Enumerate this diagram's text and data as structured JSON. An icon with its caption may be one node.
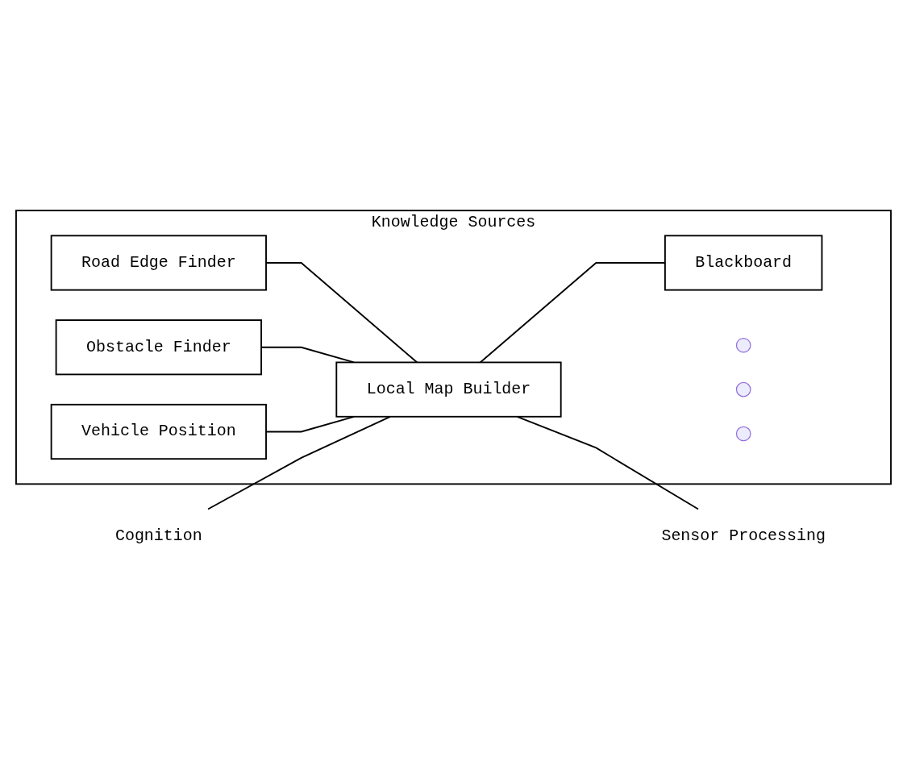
{
  "diagram": {
    "nodes": [
      {
        "text": [
          "Cognition"
        ]
      },
      {
        "text": [
          "Knowledge Sources"
        ]
      },
      {
        "text": [
          "Road Edge Finder"
        ],
        "in": 1
      },
      {
        "text": [
          "Obstacle Finder"
        ],
        "in": 1
      },
      {
        "text": [
          "Vehicle Position"
        ],
        "in": 1
      },
      {
        "text": [
          "Local Map Builder"
        ],
        "in": 1
      },
      {
        "text": [
          "Blackboard"
        ],
        "in": 1
      },
      {
        "text": [],
        "shape": "circle",
        "in": 1
      },
      {
        "text": [],
        "shape": "circle",
        "in": 1
      },
      {
        "text": [],
        "shape": "circle",
        "in": 1
      },
      {
        "text": [
          "Sensor Processing"
        ]
      }
    ],
    "edges": [
      {
        "from": 2,
        "to": 5,
        "arrow": "none"
      },
      {
        "from": 3,
        "to": 5,
        "arrow": "none"
      },
      {
        "from": 4,
        "to": 5,
        "arrow": "none"
      },
      {
        "from": 5,
        "to": 6,
        "arrow": "none"
      },
      {
        "from": 0,
        "to": 5,
        "arrow": "none"
      },
      {
        "from": 5,
        "to": 10,
        "arrow": "none"
      }
    ]
  }
}
